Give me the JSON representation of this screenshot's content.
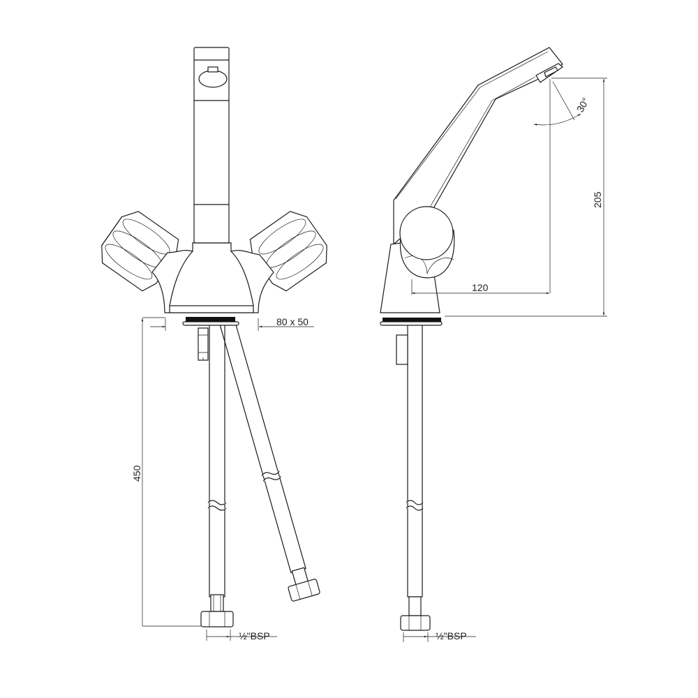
{
  "drawing": {
    "front_view": {
      "height_label": "450",
      "base_label": "80 x 50",
      "connection_label": "½\"BSP"
    },
    "side_view": {
      "height_label": "205",
      "reach_label": "120",
      "angle_label": "30°",
      "connection_label": "½\"BSP"
    }
  },
  "colors": {
    "line": "#1a1a1a",
    "background": "#ffffff"
  }
}
